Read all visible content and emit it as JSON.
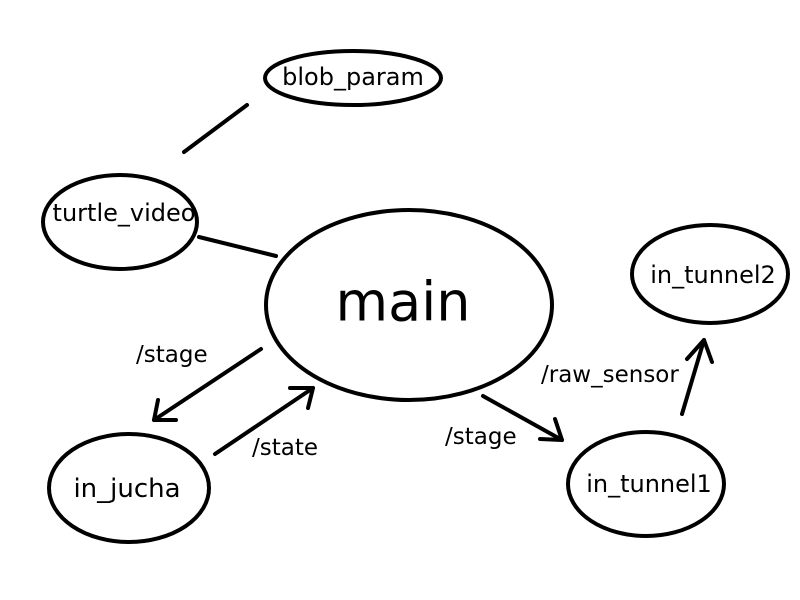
{
  "nodes": {
    "blob_param": "blob_param",
    "turtle_video": "turtle_video",
    "main": "main",
    "in_tunnel2": "in_tunnel2",
    "in_jucha": "in_jucha",
    "in_tunnel1": "in_tunnel1"
  },
  "edges": {
    "main_to_in_jucha": "/stage",
    "in_jucha_to_main": "/state",
    "main_to_in_tunnel1": "/stage",
    "in_tunnel1_to_in_tunnel2": "/raw_sensor"
  },
  "colors": {
    "stroke": "#000000",
    "background": "#ffffff"
  }
}
